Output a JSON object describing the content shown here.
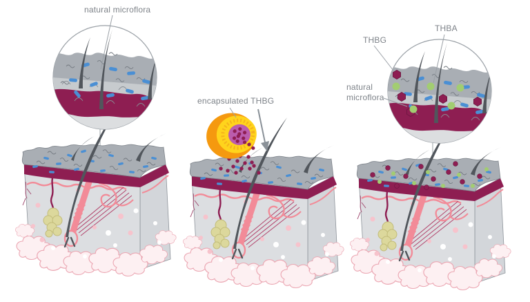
{
  "panels": {
    "left": {
      "label": "natural microflora"
    },
    "middle": {
      "label": "encapsulated THBG"
    },
    "right": {
      "label_thbg": "THBG",
      "label_thba": "THBA",
      "label_microflora": "natural microflora"
    }
  },
  "legend": {
    "microflora_symbol": "blue-rod-bacterium",
    "thbg_symbol": "maroon-hexagon-particle",
    "thba_symbol": "green-round-particle",
    "capsule_symbol": "layered-capsule-disc"
  },
  "colors": {
    "microflora_blue": "#4a8fd4",
    "thbg_maroon": "#8e1e52",
    "thba_green": "#a2cd71",
    "capsule_outer_orange": "#f5990f",
    "capsule_ring_yellow": "#ffd41c",
    "capsule_core_purple": "#bb5cad",
    "label_text": "#7d8288"
  }
}
